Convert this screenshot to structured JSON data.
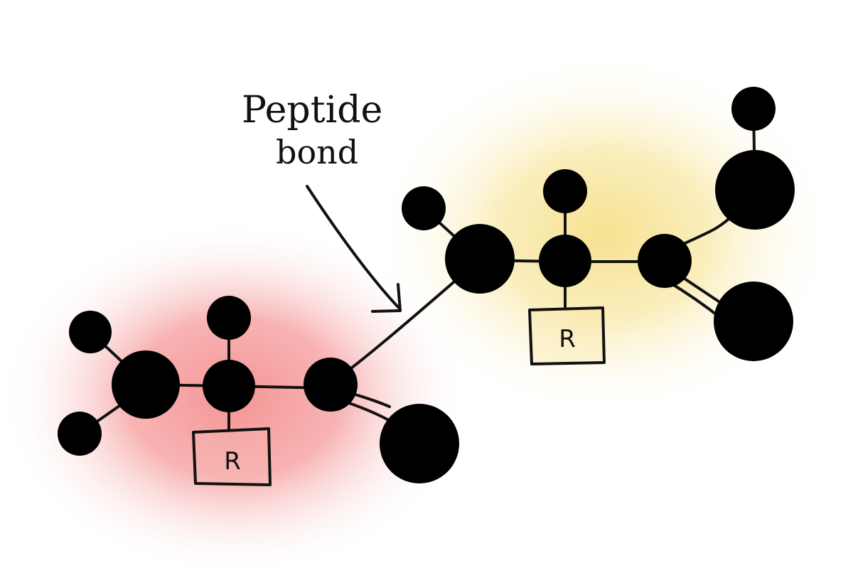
{
  "annotation": {
    "line1": "Peptide",
    "line2": "bond"
  },
  "residues": [
    {
      "side_chain_label": "R",
      "glow_color": "#f7a3a3"
    },
    {
      "side_chain_label": "R",
      "glow_color": "#f7e38c"
    }
  ],
  "colors": {
    "atom": "#000000",
    "bond": "#111111",
    "background": "#ffffff"
  }
}
